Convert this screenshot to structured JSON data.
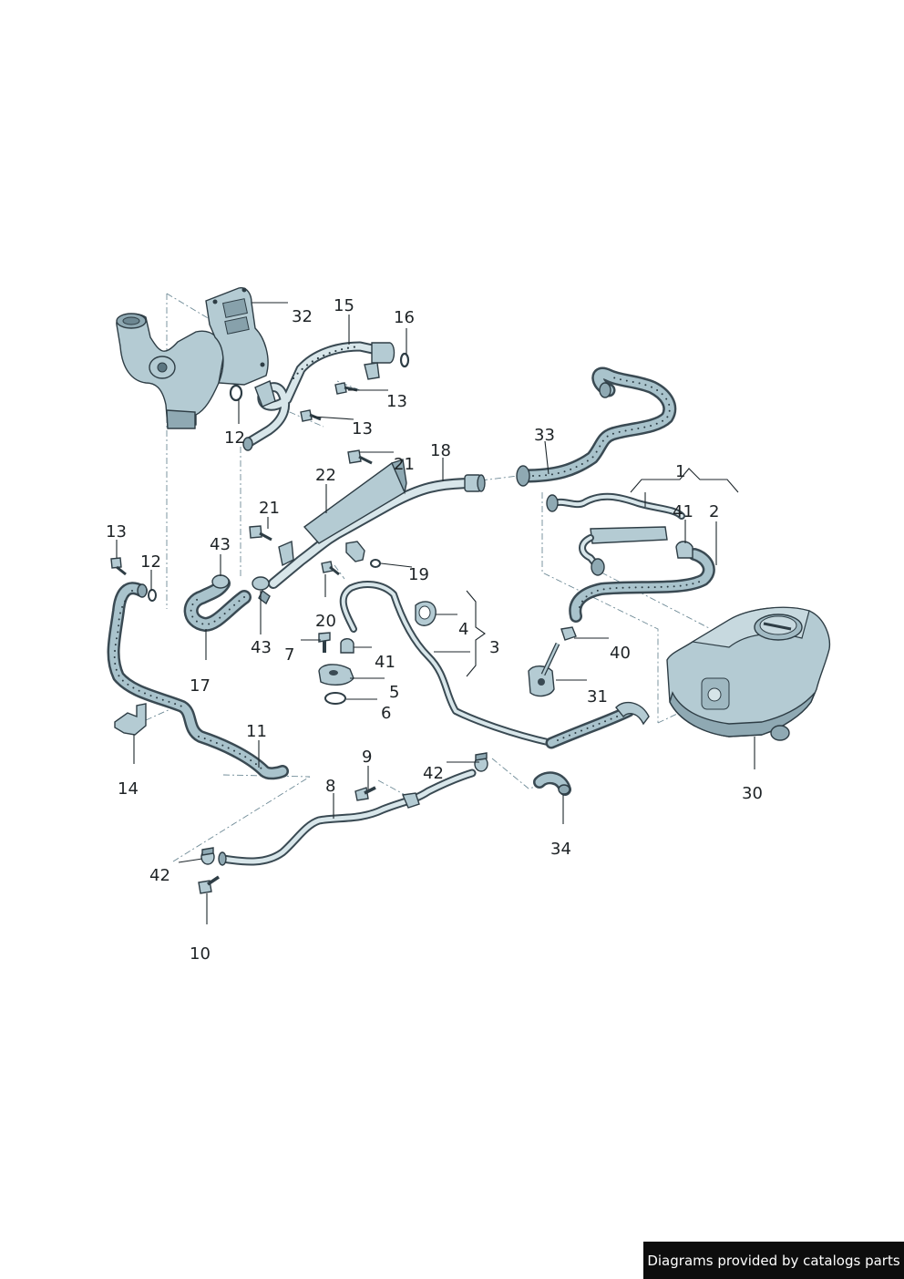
{
  "callouts": {
    "c1": "1",
    "c2": "2",
    "c3": "3",
    "c4": "4",
    "c5": "5",
    "c6": "6",
    "c7": "7",
    "c8": "8",
    "c9": "9",
    "c10": "10",
    "c11": "11",
    "c12a": "12",
    "c12b": "12",
    "c13a": "13",
    "c13b": "13",
    "c13c": "13",
    "c14": "14",
    "c15": "15",
    "c16": "16",
    "c17": "17",
    "c18": "18",
    "c19": "19",
    "c20": "20",
    "c21a": "21",
    "c21b": "21",
    "c22": "22",
    "c30": "30",
    "c31": "31",
    "c32": "32",
    "c33": "33",
    "c34": "34",
    "c40": "40",
    "c41a": "41",
    "c41b": "41",
    "c42a": "42",
    "c42b": "42",
    "c43a": "43",
    "c43b": "43"
  },
  "credit": {
    "text": "Diagrams provided by catalogs parts"
  },
  "colors": {
    "part_fill": "#b4cbd3",
    "outline": "#2e3d45",
    "credit_bg": "#0d0d0d"
  }
}
